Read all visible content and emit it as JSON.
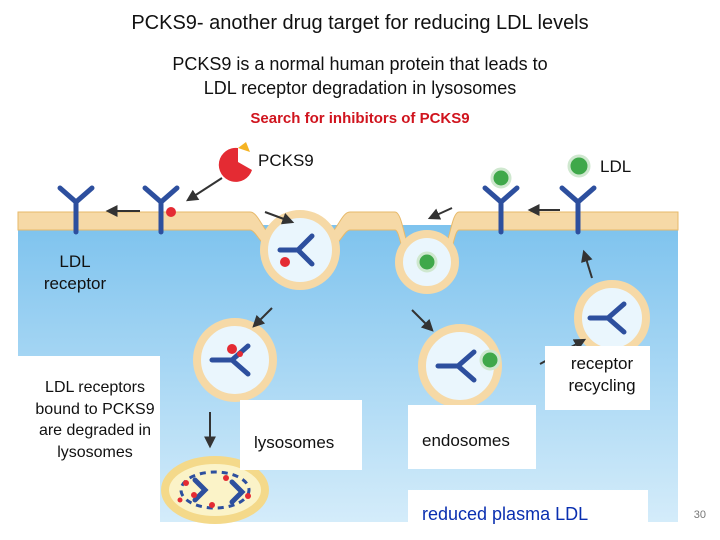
{
  "slide": {
    "title": "PCKS9- another drug target for reducing LDL levels",
    "subtitle": "PCKS9 is a normal human protein that leads to\nLDL receptor degradation in lysosomes",
    "search_note": "Search for inhibitors of PCKS9",
    "page_number": "30"
  },
  "labels": {
    "pcks9": "PCKS9",
    "ldl": "LDL",
    "ldl_receptor": "LDL\nreceptor",
    "degraded": "LDL receptors\nbound to PCKS9\nare degraded in\nlysosomes",
    "lysosomes": "lysosomes",
    "endosomes": "endosomes",
    "recycling": "receptor\nrecycling",
    "reduced_ldl": "reduced plasma LDL"
  },
  "colors": {
    "plasma": "#ffffff",
    "cytoplasm_top": "#7ec3ee",
    "cytoplasm_bottom": "#d4ecfa",
    "membrane": "#f6d9a6",
    "receptor": "#2d4f9e",
    "pcks9": "#e42b33",
    "ldl": "#3fa84a",
    "arrow": "#333333",
    "search_text": "#d0141e",
    "reduced_ldl_text": "#0a2fb0"
  }
}
